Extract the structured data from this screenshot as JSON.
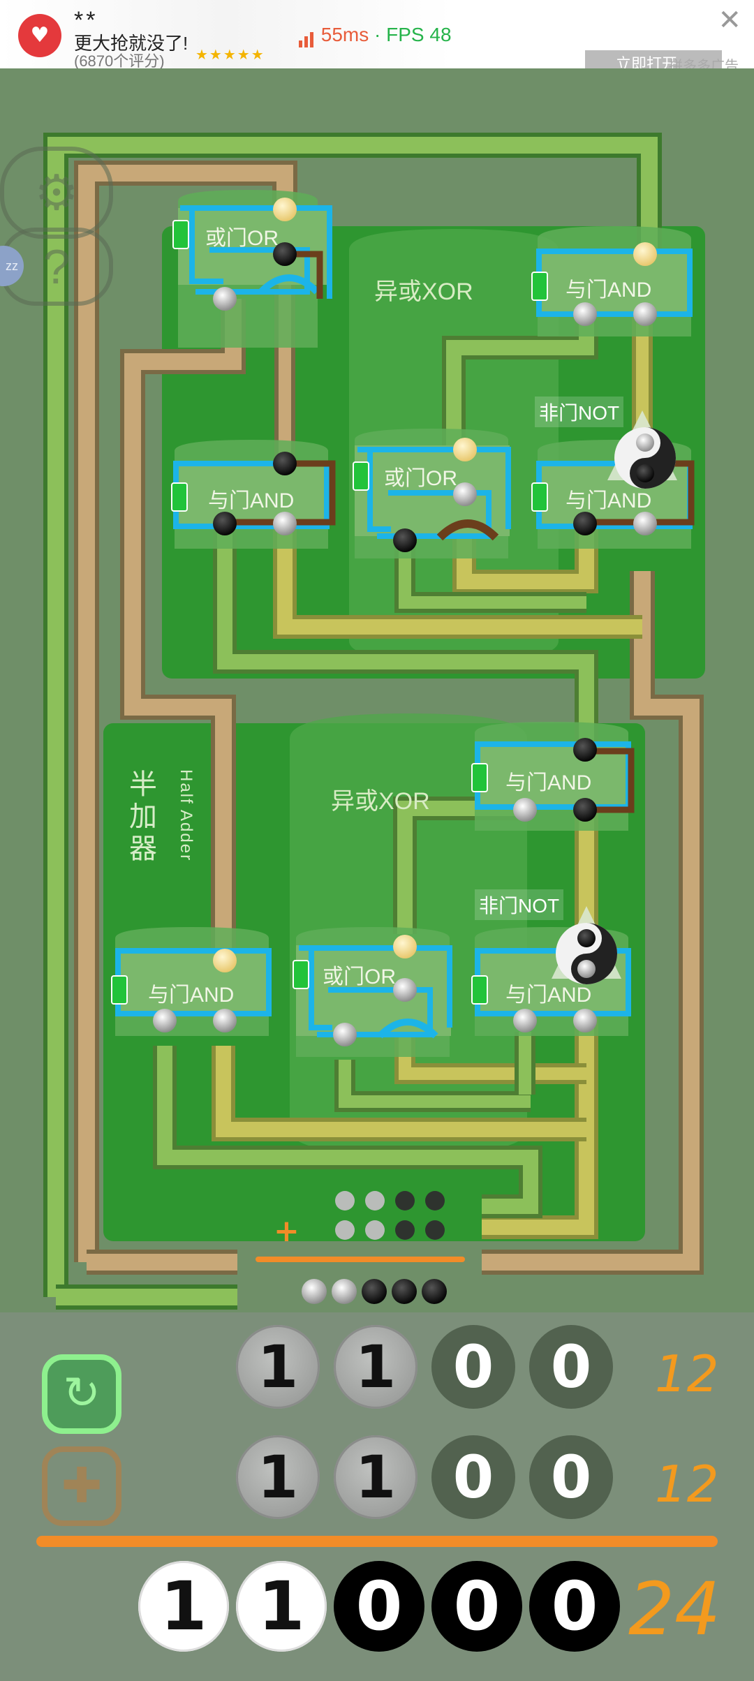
{
  "ad": {
    "app_name": "**",
    "subtitle": "更大抢就没了!",
    "rating": "(6870个评分)",
    "stars": "★★★★★",
    "ping": "55ms",
    "separator": "·",
    "fps": "FPS 48",
    "close_icon": "close-icon",
    "button": "立即打开",
    "more": "拼多多广告"
  },
  "board": {
    "top_xor_label": "异或XOR",
    "bottom_xor_label": "异或XOR",
    "half_adder_cn": "半加器",
    "half_adder_en": "Half Adder",
    "gates": [
      {
        "id": "or-1",
        "label": "或门OR"
      },
      {
        "id": "and-1",
        "label": "与门AND"
      },
      {
        "id": "not-1",
        "label": "非门NOT"
      },
      {
        "id": "and-2",
        "label": "与门AND"
      },
      {
        "id": "or-2",
        "label": "或门OR"
      },
      {
        "id": "and-3",
        "label": "与门AND"
      },
      {
        "id": "and-4",
        "label": "与门AND"
      },
      {
        "id": "not-2",
        "label": "非门NOT"
      },
      {
        "id": "and-5",
        "label": "与门AND"
      },
      {
        "id": "or-3",
        "label": "或门OR"
      },
      {
        "id": "and-6",
        "label": "与门AND"
      }
    ],
    "plus_symbol": "+",
    "ball_input_rows": [
      [
        1,
        1,
        0,
        0
      ],
      [
        1,
        1,
        0,
        0
      ]
    ],
    "ball_output_row": [
      1,
      1,
      0,
      0,
      0
    ],
    "controls": {
      "gear_icon": "gear-icon",
      "help_icon": "question-icon",
      "zz": "zz"
    }
  },
  "panel": {
    "row1": {
      "bits": [
        "1",
        "1",
        "0",
        "0"
      ],
      "value": "12"
    },
    "row2": {
      "bits": [
        "1",
        "1",
        "0",
        "0"
      ],
      "value": "12"
    },
    "result": {
      "bits": [
        "1",
        "1",
        "0",
        "0",
        "0"
      ],
      "value": "24"
    },
    "reset_icon": "reset-icon",
    "add_icon": "plus-icon",
    "colors": {
      "accent": "#f39a1e",
      "reset": "#8ef08e",
      "add": "#a08457"
    }
  }
}
